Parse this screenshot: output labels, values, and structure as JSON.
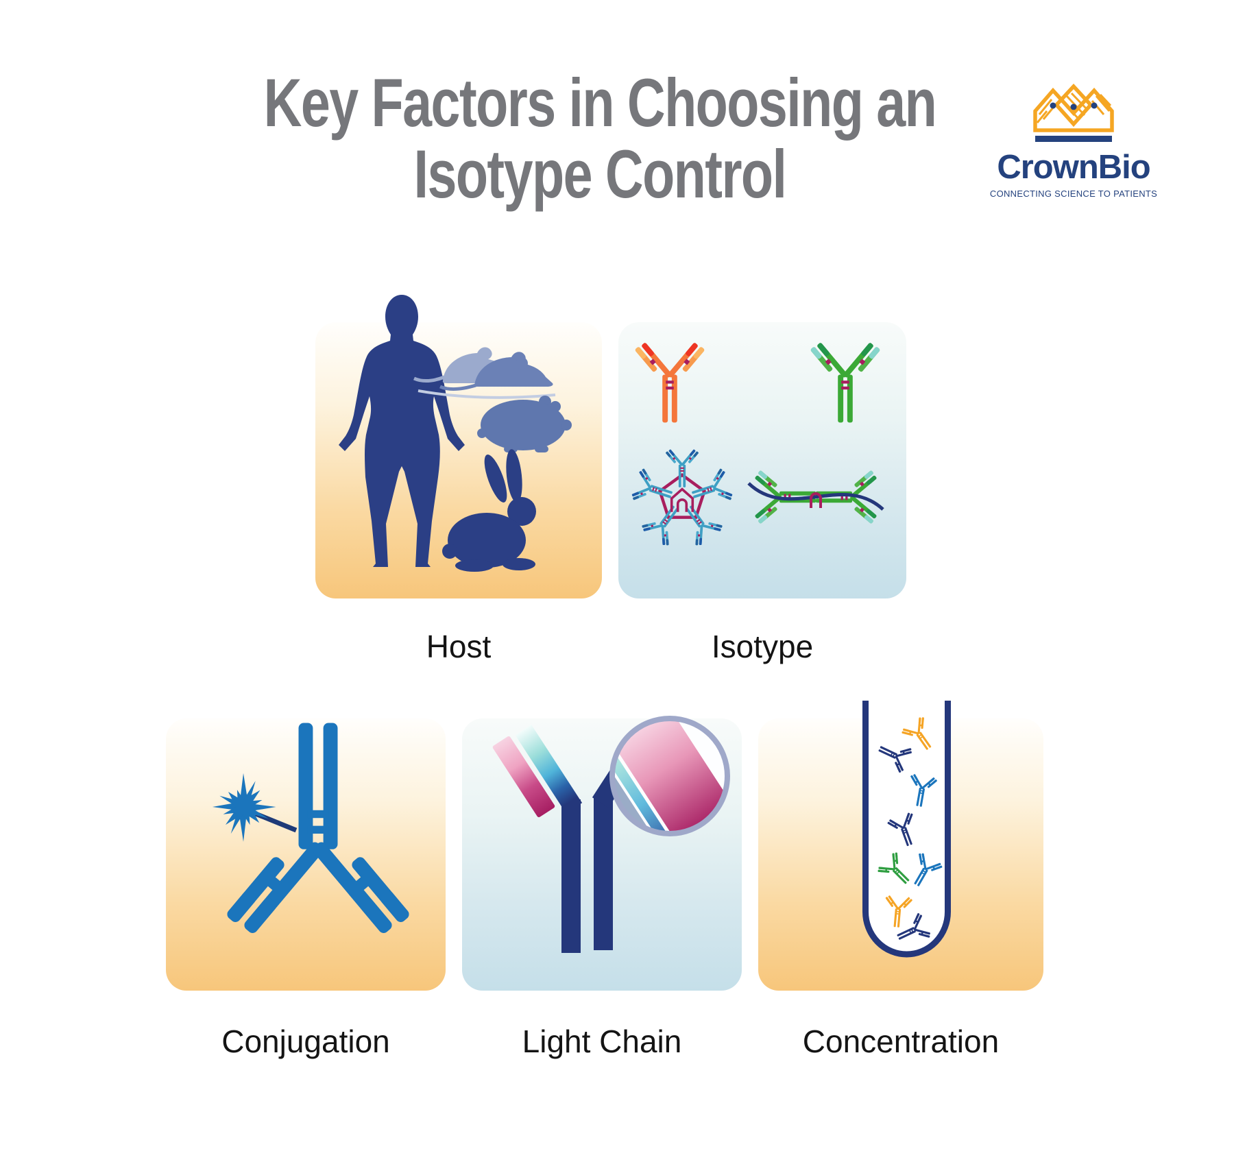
{
  "title": {
    "line1": "Key Factors in Choosing an",
    "line2": "Isotype Control"
  },
  "logo": {
    "brand": "CrownBio",
    "tagline": "CONNECTING SCIENCE TO PATIENTS"
  },
  "factors": [
    {
      "label": "Host",
      "icon": "host-species-illustration",
      "panel_background": "orange-gradient",
      "depicts": [
        "human-silhouette",
        "mice-silhouette",
        "hamster-silhouette",
        "rabbit-silhouette"
      ]
    },
    {
      "label": "Isotype",
      "icon": "antibody-isotypes-illustration",
      "panel_background": "blue-gradient",
      "depicts": [
        "orange-igg-antibody",
        "green-igg-antibody",
        "igm-pentamer",
        "iga-dimer"
      ]
    },
    {
      "label": "Conjugation",
      "icon": "conjugated-antibody-illustration",
      "panel_background": "orange-gradient",
      "depicts": [
        "starburst-tag",
        "inverted-blue-antibody"
      ]
    },
    {
      "label": "Light Chain",
      "icon": "light-chain-magnifier-illustration",
      "panel_background": "blue-gradient",
      "depicts": [
        "half-antibody",
        "magnifier-on-light-chain"
      ]
    },
    {
      "label": "Concentration",
      "icon": "antibody-tube-illustration",
      "panel_background": "orange-gradient",
      "depicts": [
        "test-tube",
        "mixed-color-antibodies"
      ]
    }
  ],
  "colors": {
    "title_gray": "#76777B",
    "label_black": "#141414",
    "brand_navy": "#24427E",
    "crown_orange": "#F5A623",
    "navy": "#24377B",
    "panel_orange_bottom": "#F7C67B",
    "panel_blue_bottom": "#C5DFE9",
    "antibody_blue": "#1B75BC",
    "antibody_orange": "#F4763B",
    "antibody_red_tip": "#EE3524",
    "antibody_green": "#3BA936",
    "teal_tip": "#86D5CB",
    "magenta": "#A61E62",
    "pink": "#F2C9DD",
    "mouse_light_blue": "#9BAACD",
    "mouse_mid_blue": "#6B81B6",
    "hamster_blue": "#5F77AE",
    "magnifier_ring": "#9FA8C9"
  }
}
